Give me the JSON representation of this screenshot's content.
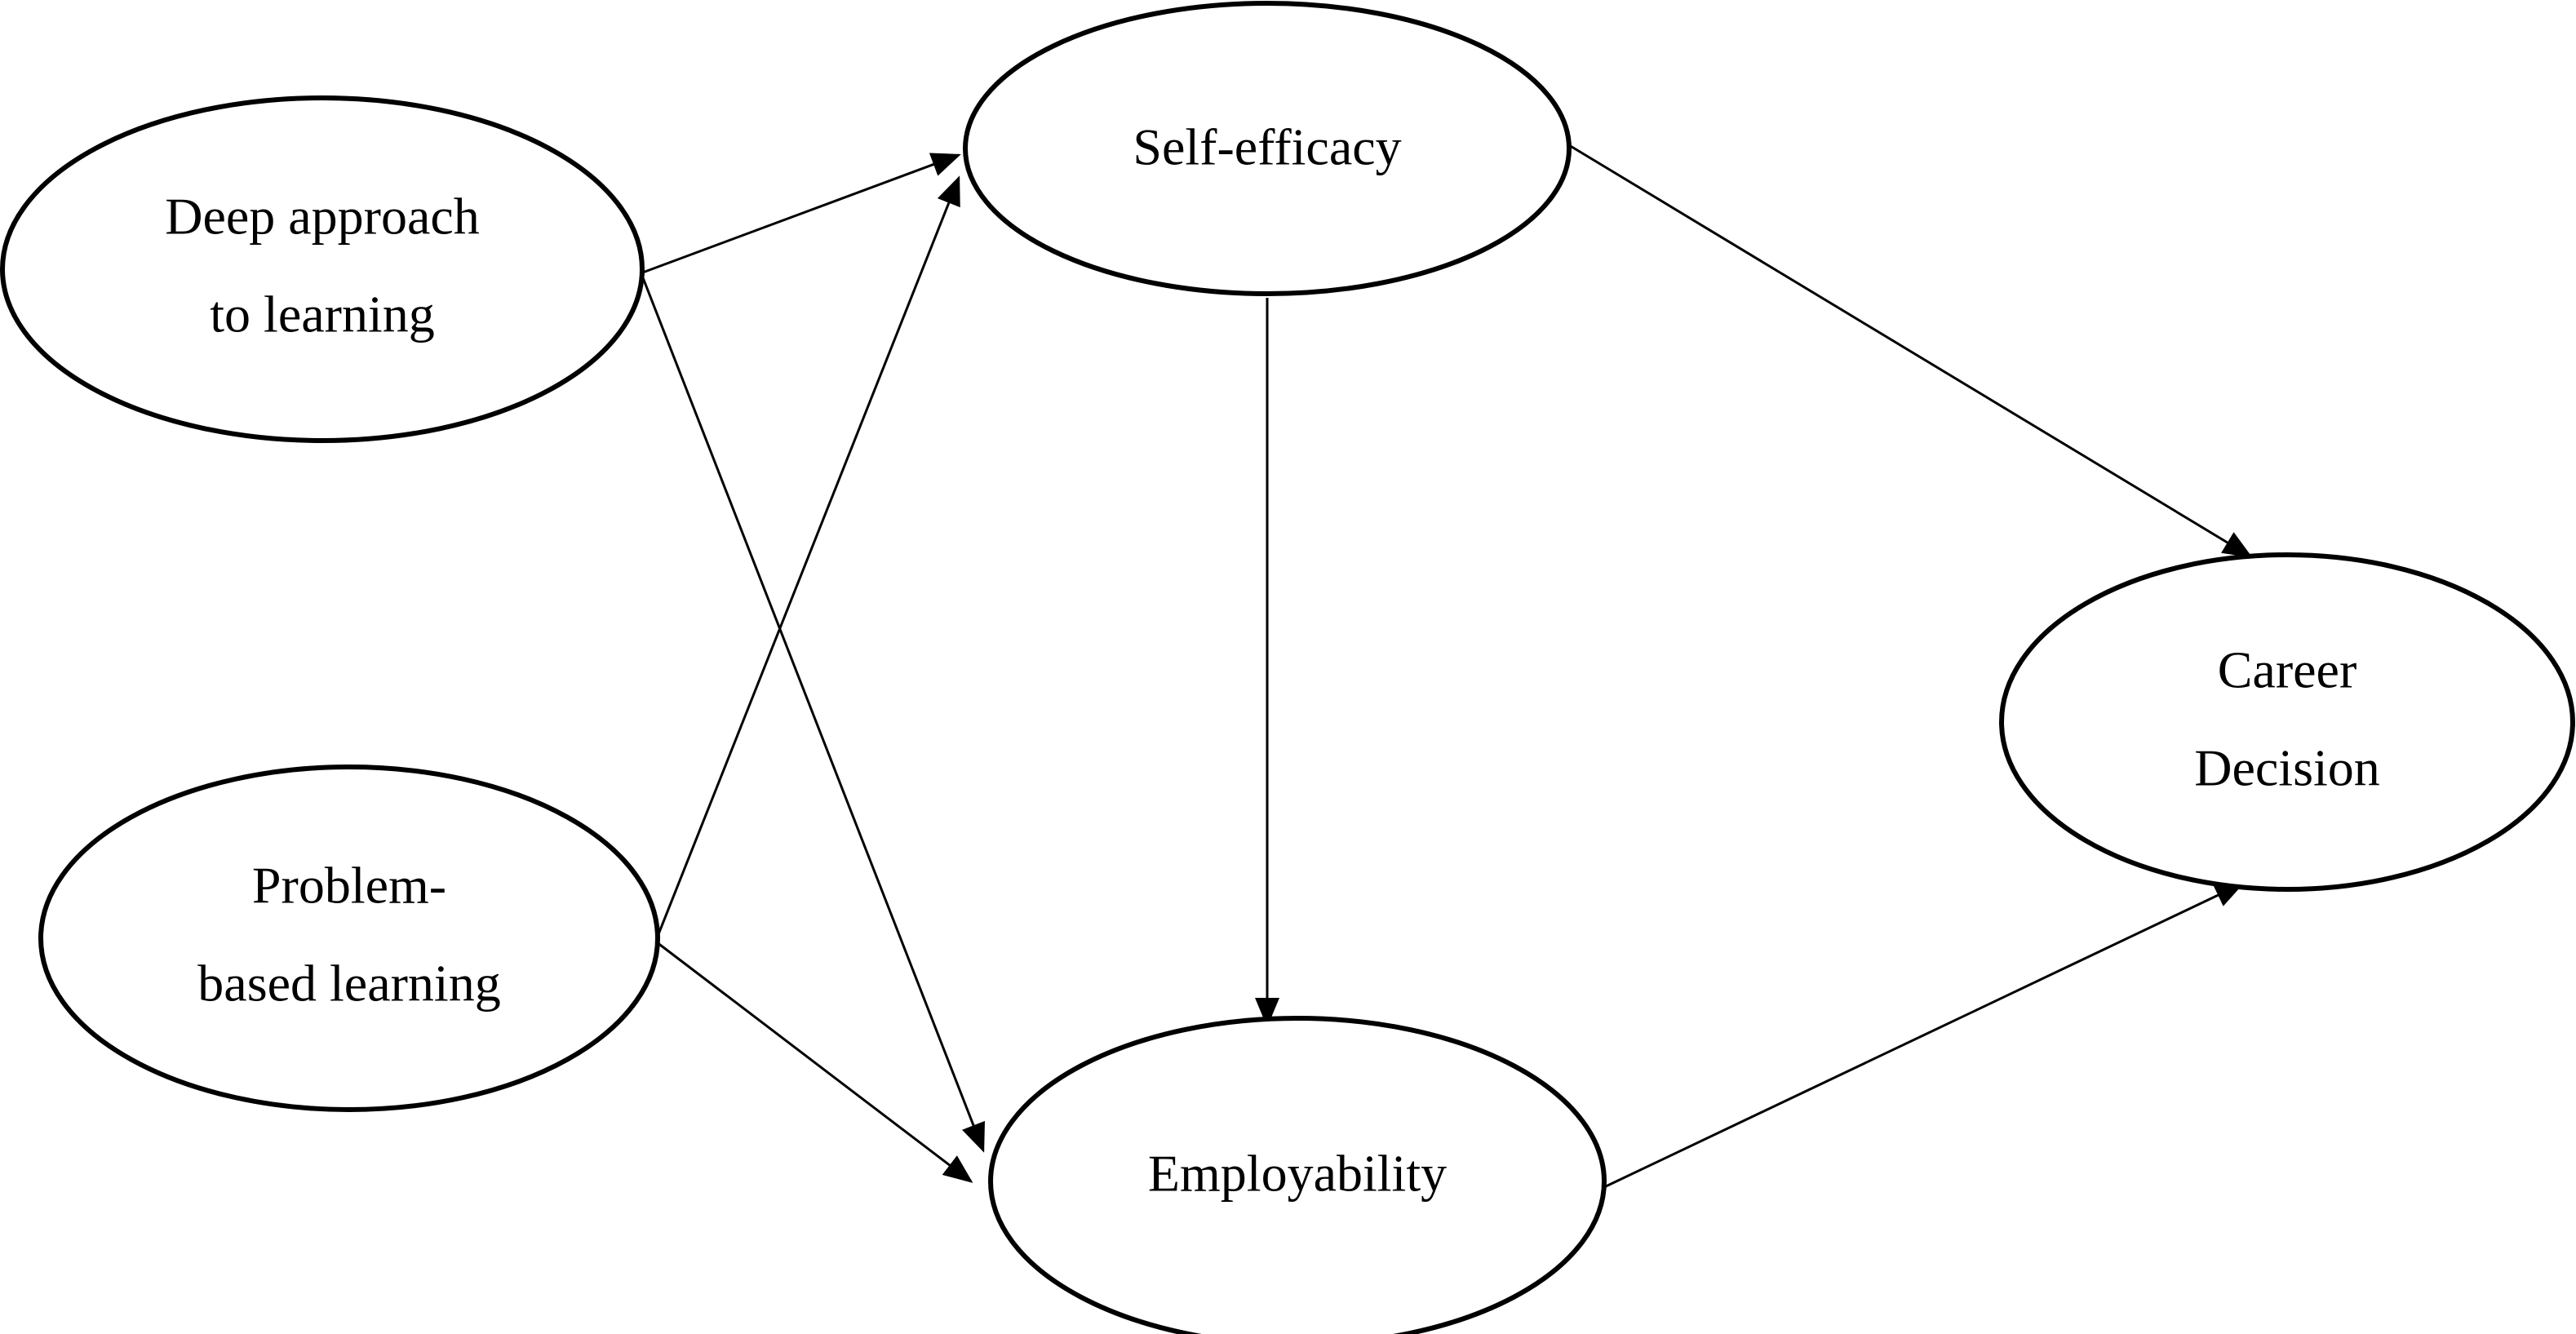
{
  "diagram": {
    "nodes": [
      {
        "id": "deep",
        "lines": [
          "Deep approach",
          "to learning"
        ]
      },
      {
        "id": "pbl",
        "lines": [
          "Problem-",
          "based learning"
        ]
      },
      {
        "id": "self",
        "lines": [
          "Self-efficacy"
        ]
      },
      {
        "id": "emp",
        "lines": [
          "Employability"
        ]
      },
      {
        "id": "career",
        "lines": [
          "Career",
          "Decision"
        ]
      }
    ],
    "edges": [
      {
        "from": "deep",
        "to": "self"
      },
      {
        "from": "deep",
        "to": "emp"
      },
      {
        "from": "pbl",
        "to": "self"
      },
      {
        "from": "pbl",
        "to": "emp"
      },
      {
        "from": "self",
        "to": "emp"
      },
      {
        "from": "self",
        "to": "career"
      },
      {
        "from": "emp",
        "to": "career"
      }
    ]
  }
}
